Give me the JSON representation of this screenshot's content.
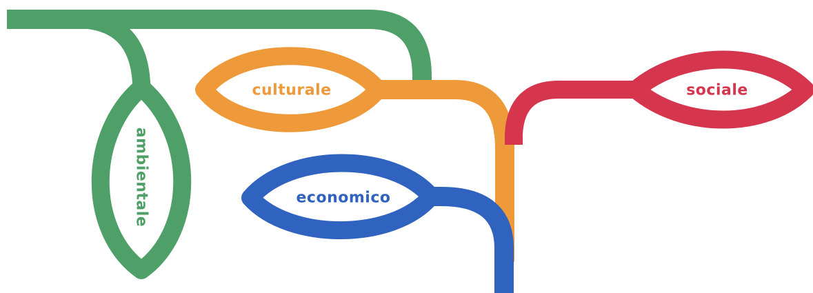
{
  "labels": {
    "ambientale": "ambientale",
    "culturale": "culturale",
    "economico": "economico",
    "sociale": "sociale"
  },
  "colors": {
    "ambientale": "#4f9f68",
    "culturale": "#ee9a3a",
    "economico": "#2f63bf",
    "sociale": "#d5354d",
    "background": "#ffffff"
  }
}
